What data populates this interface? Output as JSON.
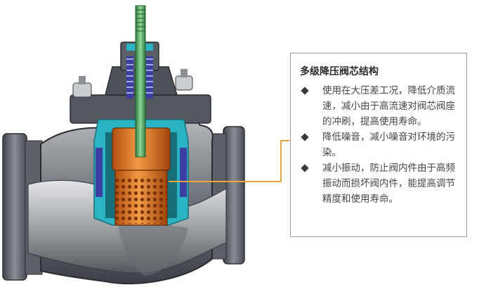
{
  "panel": {
    "title": "多级降压阀芯结构",
    "bullets": [
      "使用在大压差工况，降低介质流速，减小由于高流速对阀芯阀座的冲刷，提高使用寿命。",
      "降低噪音，减小噪音对环境的污染。",
      "减小振动，防止阀内件由于高频振动而损坏阀内件，能提高调节精度和使用寿命。"
    ],
    "bullet_icon": "diamond-icon"
  },
  "colors": {
    "body_metal": "#8e9196",
    "body_dark": "#4a4e55",
    "stem": "#5cae6a",
    "cage": "#2ab3c2",
    "plug": "#e07a24",
    "seal": "#3d3fa0",
    "callout": "#f2a23a"
  }
}
